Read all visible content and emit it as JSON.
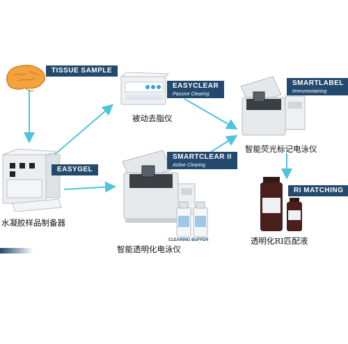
{
  "nodes": {
    "tissue_sample": {
      "label": "TISSUE SAMPLE"
    },
    "easygel": {
      "label": "EASYGEL",
      "caption": "水凝胶样品制备器"
    },
    "easyclear": {
      "label": "EASYCLEAR",
      "sublabel": "Passive Clearing",
      "caption": "被动去脂仪"
    },
    "smartclear": {
      "label": "SMARTCLEAR II",
      "sublabel": "Active Clearing",
      "caption": "智能透明化电泳仪",
      "bottle_label": "CLEARING BUFFER"
    },
    "smartlabel": {
      "label": "SMARTLABEL",
      "sublabel": "Immunostaining",
      "caption": "智能荧光标记电泳仪"
    },
    "ri_matching": {
      "label": "RI MATCHING",
      "caption": "透明化RI匹配液"
    }
  },
  "colors": {
    "label_bg": "#234a6e",
    "arrow": "#4ec3dc",
    "device": "#e9ecef",
    "tissue": "#f3a23c"
  }
}
